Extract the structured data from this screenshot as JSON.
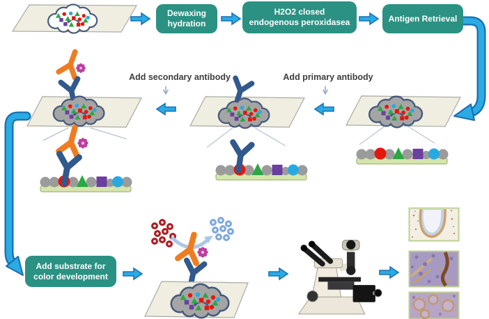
{
  "workflow": {
    "buttons": {
      "dewaxing": {
        "line1": "Dewaxing",
        "line2": "hydration"
      },
      "h2o2": {
        "line1": "H2O2 closed",
        "line2": "endogenous peroxidasea"
      },
      "antigen_retrieval": {
        "line1": "Antigen Retrieval"
      },
      "substrate": {
        "line1": "Add substrate for",
        "line2": "color development"
      }
    },
    "annotations": {
      "add_secondary": "Add secondary antibody",
      "add_primary": "Add primary antibody"
    }
  },
  "colors": {
    "step_button": "#2b9183",
    "flow_arrow_fill": "#2aabe3",
    "flow_arrow_outline": "#1a70b8",
    "slide_fill": "#efeee0",
    "cloud_outline": "#44597c",
    "tissue_gray": "#a5a5a5",
    "primary_antibody_blue": "#31598c",
    "secondary_antibody_orange": "#ee7d22",
    "enzyme_magenta": "#bc3f9e",
    "antigen_red": "#e5170d",
    "antigen_green": "#2aa843",
    "antigen_purple": "#6b3fa0",
    "antigen_blue": "#29a9e0",
    "substrate_red": "#b01d22",
    "product_blue": "#7fa8de"
  },
  "icons": {
    "flow_arrow": "blue block arrow",
    "curved_connector": "thick blue curved arrow",
    "tissue_slide": "glass slide parallelogram",
    "tissue_section": "gray tissue blob with antigens",
    "primary_antibody": "blue Y antibody",
    "secondary_antibody": "orange Y antibody with enzyme",
    "substrate_molecules": "red dot cluster",
    "product_molecules": "blue dot cluster",
    "microscope": "inverted light microscope",
    "result_micrographs": "three stained tissue images"
  }
}
